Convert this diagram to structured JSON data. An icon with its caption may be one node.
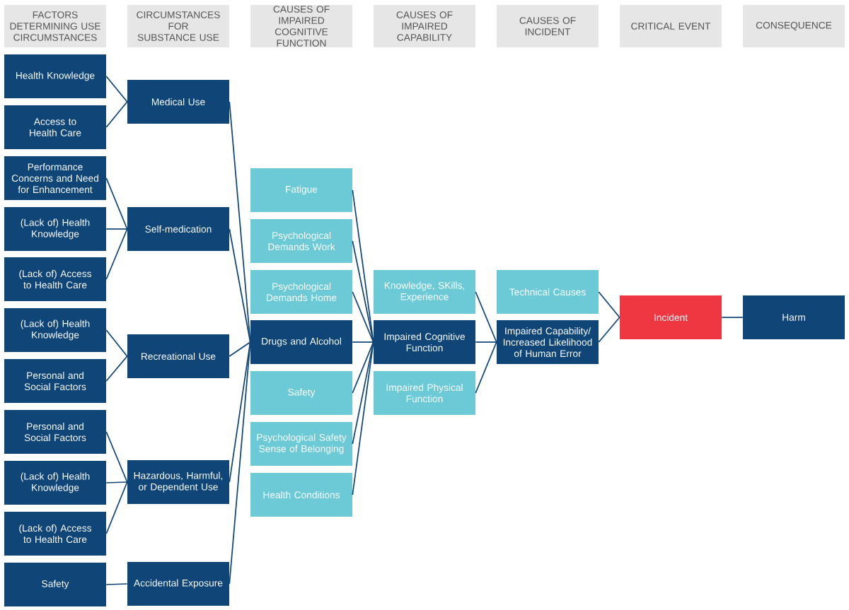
{
  "diagram": {
    "nodes": [
      {
        "text": [
          "FACTORS DETERMINING USE CIRCUMSTANCES"
        ]
      },
      {
        "text": [
          "CIRCUMSTANCES FOR SUBSTANCE USE"
        ]
      },
      {
        "text": [
          "CAUSES OF IMPAIRED COGNITIVE FUNCTION"
        ]
      },
      {
        "text": [
          "CAUSES OF IMPAIRED CAPABILITY"
        ]
      },
      {
        "text": [
          "CAUSES OF INCIDENT"
        ]
      },
      {
        "text": [
          "CRITICAL EVENT"
        ]
      },
      {
        "text": [
          "CONSEQUENCE"
        ]
      },
      {
        "text": [
          "Health Knowledge"
        ]
      },
      {
        "text": [
          "Access to Health Care"
        ]
      },
      {
        "text": [
          "Performance Concerns and Need for Enhancement"
        ]
      },
      {
        "text": [
          "(Lack of) Health Knowledge"
        ]
      },
      {
        "text": [
          "(Lack of) Access to Health Care"
        ]
      },
      {
        "text": [
          "(Lack of) Health Knowledge"
        ]
      },
      {
        "text": [
          "Personal and Social Factors"
        ]
      },
      {
        "text": [
          "Personal and Social Factors"
        ]
      },
      {
        "text": [
          "(Lack of) Health Knowledge"
        ]
      },
      {
        "text": [
          "(Lack of) Access to Health Care"
        ]
      },
      {
        "text": [
          "Safety"
        ]
      },
      {
        "text": [
          "Medical Use"
        ]
      },
      {
        "text": [
          "Self-medication"
        ]
      },
      {
        "text": [
          "Recreational Use"
        ]
      },
      {
        "text": [
          "Hazardous, Harmful, or Dependent Use"
        ]
      },
      {
        "text": [
          "Accidental Exposure"
        ]
      },
      {
        "text": [
          "Fatigue"
        ]
      },
      {
        "text": [
          "Psychological Demands Work"
        ]
      },
      {
        "text": [
          "Psychological Demands Home"
        ]
      },
      {
        "text": [
          "Drugs and Alcohol"
        ]
      },
      {
        "text": [
          "Safety"
        ]
      },
      {
        "text": [
          "Psychological Safety Sense of Belonging"
        ]
      },
      {
        "text": [
          "Health Conditions"
        ]
      },
      {
        "text": [
          "Knowledge, SKills, Experience"
        ]
      },
      {
        "text": [
          "Impaired Cognitive Function"
        ]
      },
      {
        "text": [
          "Impaired Physical Function"
        ]
      },
      {
        "text": [
          "Technical Causes"
        ]
      },
      {
        "text": [
          "Impaired Capability/ Increased Likelihood of Human Error"
        ]
      },
      {
        "text": [
          "Incident"
        ]
      },
      {
        "text": [
          "Harm"
        ]
      }
    ],
    "edges": [
      {
        "from": 7,
        "to": 18,
        "arrow": "none"
      },
      {
        "from": 8,
        "to": 18,
        "arrow": "none"
      },
      {
        "from": 9,
        "to": 19,
        "arrow": "none"
      },
      {
        "from": 10,
        "to": 19,
        "arrow": "none"
      },
      {
        "from": 11,
        "to": 19,
        "arrow": "none"
      },
      {
        "from": 12,
        "to": 20,
        "arrow": "none"
      },
      {
        "from": 13,
        "to": 20,
        "arrow": "none"
      },
      {
        "from": 14,
        "to": 21,
        "arrow": "none"
      },
      {
        "from": 15,
        "to": 21,
        "arrow": "none"
      },
      {
        "from": 16,
        "to": 21,
        "arrow": "none"
      },
      {
        "from": 17,
        "to": 22,
        "arrow": "none"
      },
      {
        "from": 18,
        "to": 26,
        "arrow": "none"
      },
      {
        "from": 19,
        "to": 26,
        "arrow": "none"
      },
      {
        "from": 20,
        "to": 26,
        "arrow": "none"
      },
      {
        "from": 21,
        "to": 26,
        "arrow": "none"
      },
      {
        "from": 22,
        "to": 26,
        "arrow": "none"
      },
      {
        "from": 23,
        "to": 31,
        "arrow": "none"
      },
      {
        "from": 24,
        "to": 31,
        "arrow": "none"
      },
      {
        "from": 25,
        "to": 31,
        "arrow": "none"
      },
      {
        "from": 26,
        "to": 31,
        "arrow": "none"
      },
      {
        "from": 27,
        "to": 31,
        "arrow": "none"
      },
      {
        "from": 28,
        "to": 31,
        "arrow": "none"
      },
      {
        "from": 29,
        "to": 31,
        "arrow": "none"
      },
      {
        "from": 30,
        "to": 34,
        "arrow": "none"
      },
      {
        "from": 31,
        "to": 34,
        "arrow": "none"
      },
      {
        "from": 32,
        "to": 34,
        "arrow": "none"
      },
      {
        "from": 33,
        "to": 35,
        "arrow": "none"
      },
      {
        "from": 34,
        "to": 35,
        "arrow": "none"
      },
      {
        "from": 35,
        "to": 36,
        "arrow": "none"
      }
    ]
  }
}
